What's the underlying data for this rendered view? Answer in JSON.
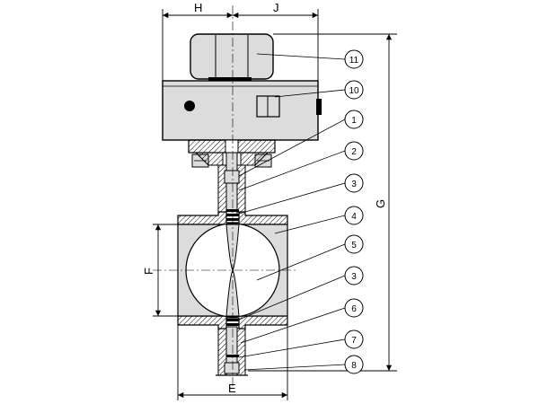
{
  "dimensions": {
    "H": "H",
    "J": "J",
    "G": "G",
    "F": "F",
    "E": "E"
  },
  "callouts": [
    {
      "id": "11",
      "label": "11"
    },
    {
      "id": "10",
      "label": "10"
    },
    {
      "id": "1",
      "label": "1"
    },
    {
      "id": "2",
      "label": "2"
    },
    {
      "id": "3a",
      "label": "3"
    },
    {
      "id": "4",
      "label": "4"
    },
    {
      "id": "5",
      "label": "5"
    },
    {
      "id": "3b",
      "label": "3"
    },
    {
      "id": "6",
      "label": "6"
    },
    {
      "id": "7",
      "label": "7"
    },
    {
      "id": "8",
      "label": "8"
    }
  ]
}
